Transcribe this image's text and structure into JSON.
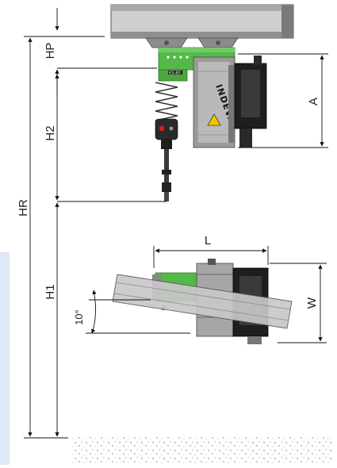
{
  "dimensions": {
    "HP": "HP",
    "H2": "H2",
    "HR": "HR",
    "H1": "H1",
    "A": "A",
    "L": "L",
    "W": "W",
    "angle": "10°"
  },
  "device": {
    "brand": "INDEVA",
    "model_tag": "KS-80"
  },
  "colors": {
    "rail": "#c8c8c8",
    "rail_dark": "#8a8a8a",
    "green": "#55b84a",
    "green_dark": "#2f7a2a",
    "motor": "#9a9a9a",
    "motor_light": "#d6d6d6",
    "black": "#1e1e1e",
    "sidebar": "#dfe8f6"
  },
  "icons": [
    "warning-icon"
  ]
}
